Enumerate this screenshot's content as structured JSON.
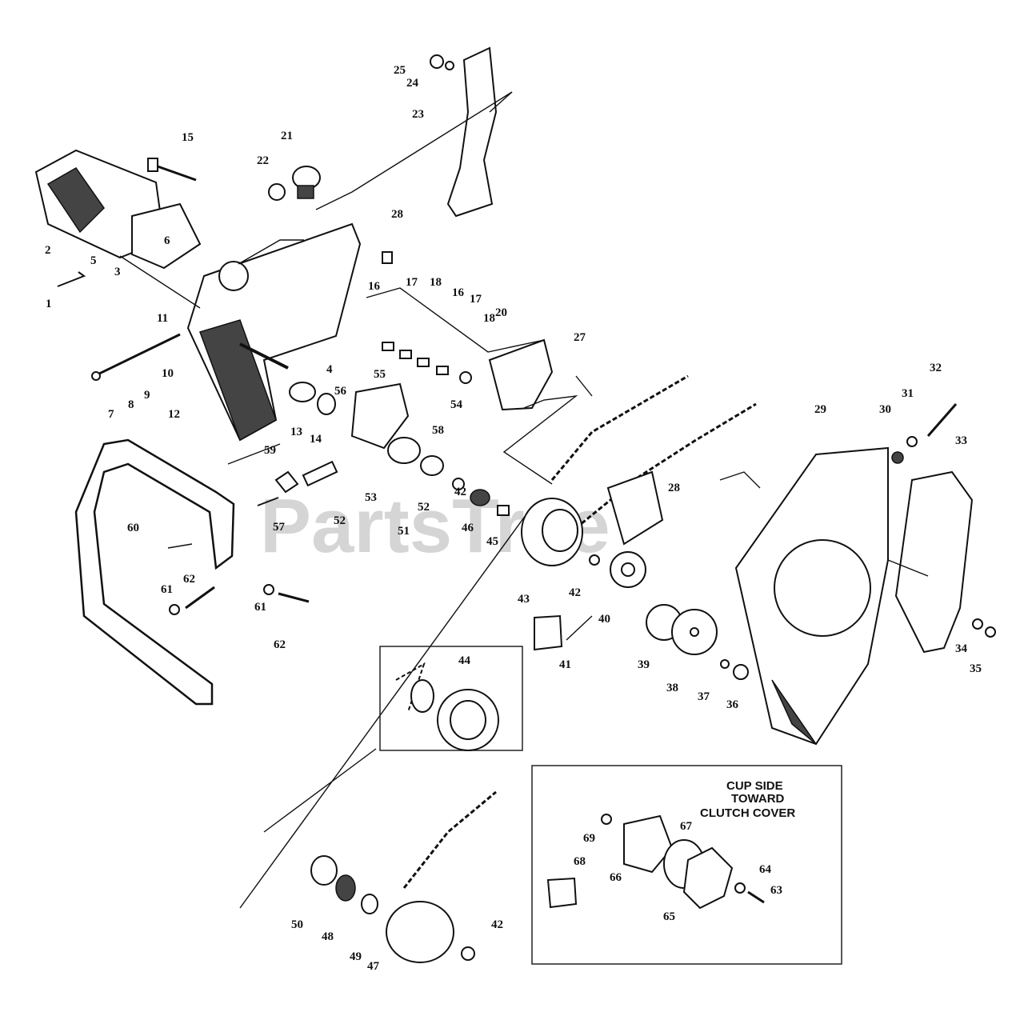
{
  "watermark": "PartsTree",
  "inset_note": {
    "line1": "CUP SIDE",
    "line2": "TOWARD",
    "line3": "CLUTCH COVER"
  },
  "callouts": [
    "1",
    "2",
    "3",
    "4",
    "5",
    "6",
    "7",
    "8",
    "9",
    "10",
    "11",
    "12",
    "13",
    "14",
    "15",
    "16",
    "16",
    "17",
    "17",
    "18",
    "18",
    "20",
    "21",
    "22",
    "23",
    "24",
    "25",
    "28",
    "27",
    "28",
    "29",
    "30",
    "31",
    "32",
    "33",
    "34",
    "35",
    "36",
    "37",
    "38",
    "39",
    "40",
    "41",
    "42",
    "42",
    "42",
    "43",
    "44",
    "45",
    "46",
    "47",
    "48",
    "49",
    "50",
    "51",
    "52",
    "52",
    "53",
    "54",
    "55",
    "56",
    "57",
    "58",
    "59",
    "60",
    "61",
    "61",
    "62",
    "62",
    "63",
    "64",
    "65",
    "66",
    "67",
    "68",
    "69"
  ]
}
